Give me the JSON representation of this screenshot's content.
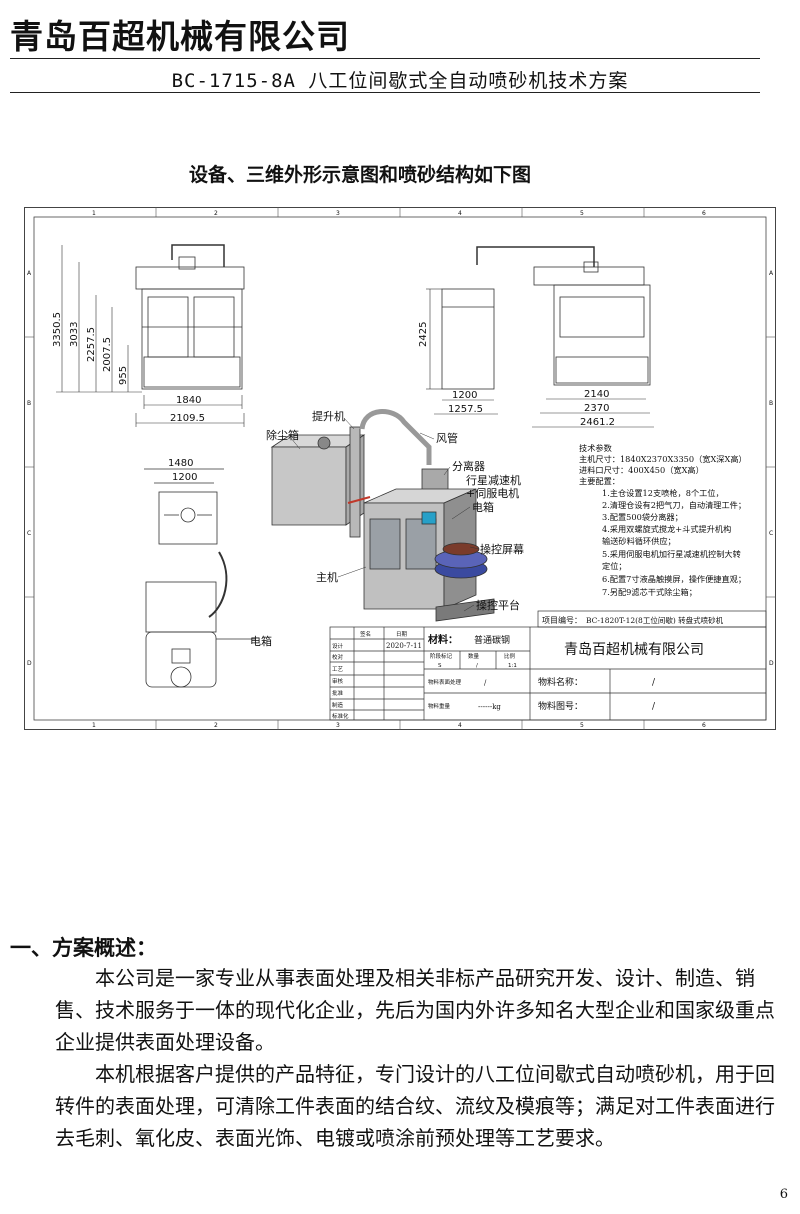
{
  "header": {
    "company": "青岛百超机械有限公司",
    "doc_title": "BC-1715-8A 八工位间歇式全自动喷砂机技术方案"
  },
  "figure": {
    "caption": "设备、三维外形示意图和喷砂结构如下图",
    "border_cols": [
      "1",
      "2",
      "3",
      "4",
      "5",
      "6"
    ],
    "border_rows": [
      "A",
      "B",
      "C",
      "D"
    ],
    "front_dims": {
      "heights": [
        "3350.5",
        "3033",
        "2257.5",
        "2007.5",
        "955"
      ],
      "widths": [
        "1840",
        "2109.5"
      ]
    },
    "side_dims": {
      "height": "2425",
      "widths": [
        "1200",
        "1257.5"
      ]
    },
    "right_dims": {
      "widths": [
        "2140",
        "2370",
        "2461.2"
      ]
    },
    "top_dims": {
      "widths": [
        "1480",
        "1200"
      ]
    },
    "callouts": [
      "提升机",
      "除尘箱",
      "风管",
      "分离器",
      "行星减速机",
      "+伺服电机",
      "电箱",
      "操控屏幕",
      "主机",
      "操控平台",
      "电箱"
    ],
    "tech": {
      "title": "技术参数",
      "lines": [
        "主机尺寸：1840X2370X3350（宽X深X高）",
        "进料口尺寸：400X450（宽X高）",
        "主要配置：",
        "1.主仓设置12支喷枪，8个工位，",
        "2.清理仓设有2把气刀，自动清理工件；",
        "3.配置500袋分离器；",
        "4.采用双螺旋式搅龙+斗式提升机构",
        "输送砂料循环供应；",
        "5.采用伺服电机加行星减速机控制大转",
        "定位；",
        "6.配置7寸液晶触摸屏，操作便捷直观；",
        "7.另配9滤芯干式除尘箱；"
      ]
    },
    "title_block": {
      "project_label": "项目编号：",
      "project_value": "BC-1820T-12(8工位间歇) 转盘式喷砂机",
      "company": "青岛百超机械有限公司",
      "material_label": "材料：",
      "material_value": "普通碳钢",
      "date": "2020-7-11",
      "name_label": "物料名称：",
      "name_value": "/",
      "drawing_label": "物料图号：",
      "drawing_value": "/",
      "weight_label": "物料重量",
      "weight_value": "------kg",
      "surface_label": "物料表面处理",
      "surface_value": "/",
      "row_labels": [
        "设计",
        "校对",
        "工艺",
        "审核",
        "批准",
        "制造",
        "标准化"
      ],
      "col_labels": [
        "签名",
        "日期"
      ],
      "stage_labels": [
        "阶段标记",
        "数量",
        "比例"
      ],
      "stage_values": [
        "S",
        "/",
        "1:1"
      ]
    }
  },
  "section1": {
    "heading": "一、方案概述：",
    "p1": "本公司是一家专业从事表面处理及相关非标产品研究开发、设计、制造、销售、技术服务于一体的现代化企业，先后为国内外许多知名大型企业和国家级重点企业提供表面处理设备。",
    "p2": "本机根据客户提供的产品特征，专门设计的八工位间歇式自动喷砂机，用于回转件的表面处理，可清除工件表面的结合纹、流纹及模痕等；满足对工件表面进行去毛刺、氧化皮、表面光饰、电镀或喷涂前预处理等工艺要求。"
  },
  "page_number": "6"
}
